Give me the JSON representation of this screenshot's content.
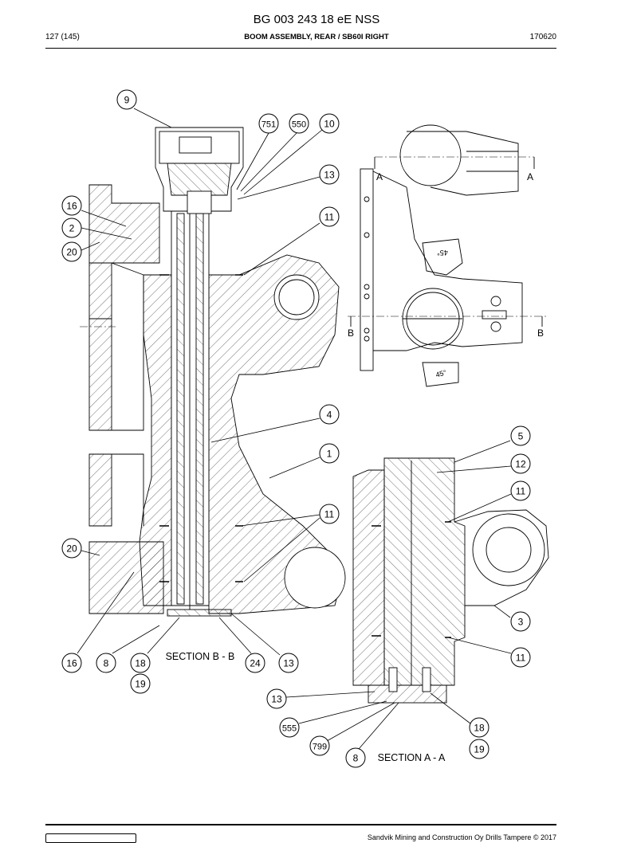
{
  "header": {
    "doc_title": "BG 003 243 18 eE NSS",
    "page_ref": "127 (145)",
    "section_title": "BOOM ASSEMBLY, REAR / SB60I RIGHT",
    "doc_code": "170620"
  },
  "drawing": {
    "section_bb_label": "SECTION B - B",
    "section_aa_label": "SECTION A - A",
    "cut_labels": {
      "a_left": "A",
      "a_right": "A",
      "b_left": "B",
      "b_right": "B"
    },
    "angle_marks": {
      "top": "45°",
      "bottom": "45°"
    },
    "callouts": {
      "c9": "9",
      "c751": "751",
      "c550": "550",
      "c10": "10",
      "c13a": "13",
      "c16a": "16",
      "c2": "2",
      "c11a": "11",
      "c20a": "20",
      "c4": "4",
      "c5": "5",
      "c1": "1",
      "c12": "12",
      "c11b": "11",
      "c11c": "11",
      "c20b": "20",
      "c3": "3",
      "c11d": "11",
      "c16b": "16",
      "c8a": "8",
      "c18a": "18",
      "c24": "24",
      "c13b": "13",
      "c19a": "19",
      "c13c": "13",
      "c555": "555",
      "c18b": "18",
      "c799": "799",
      "c19b": "19",
      "c8b": "8"
    }
  },
  "footer": {
    "copyright": "Sandvik Mining and Construction Oy Drills Tampere © 2017"
  }
}
